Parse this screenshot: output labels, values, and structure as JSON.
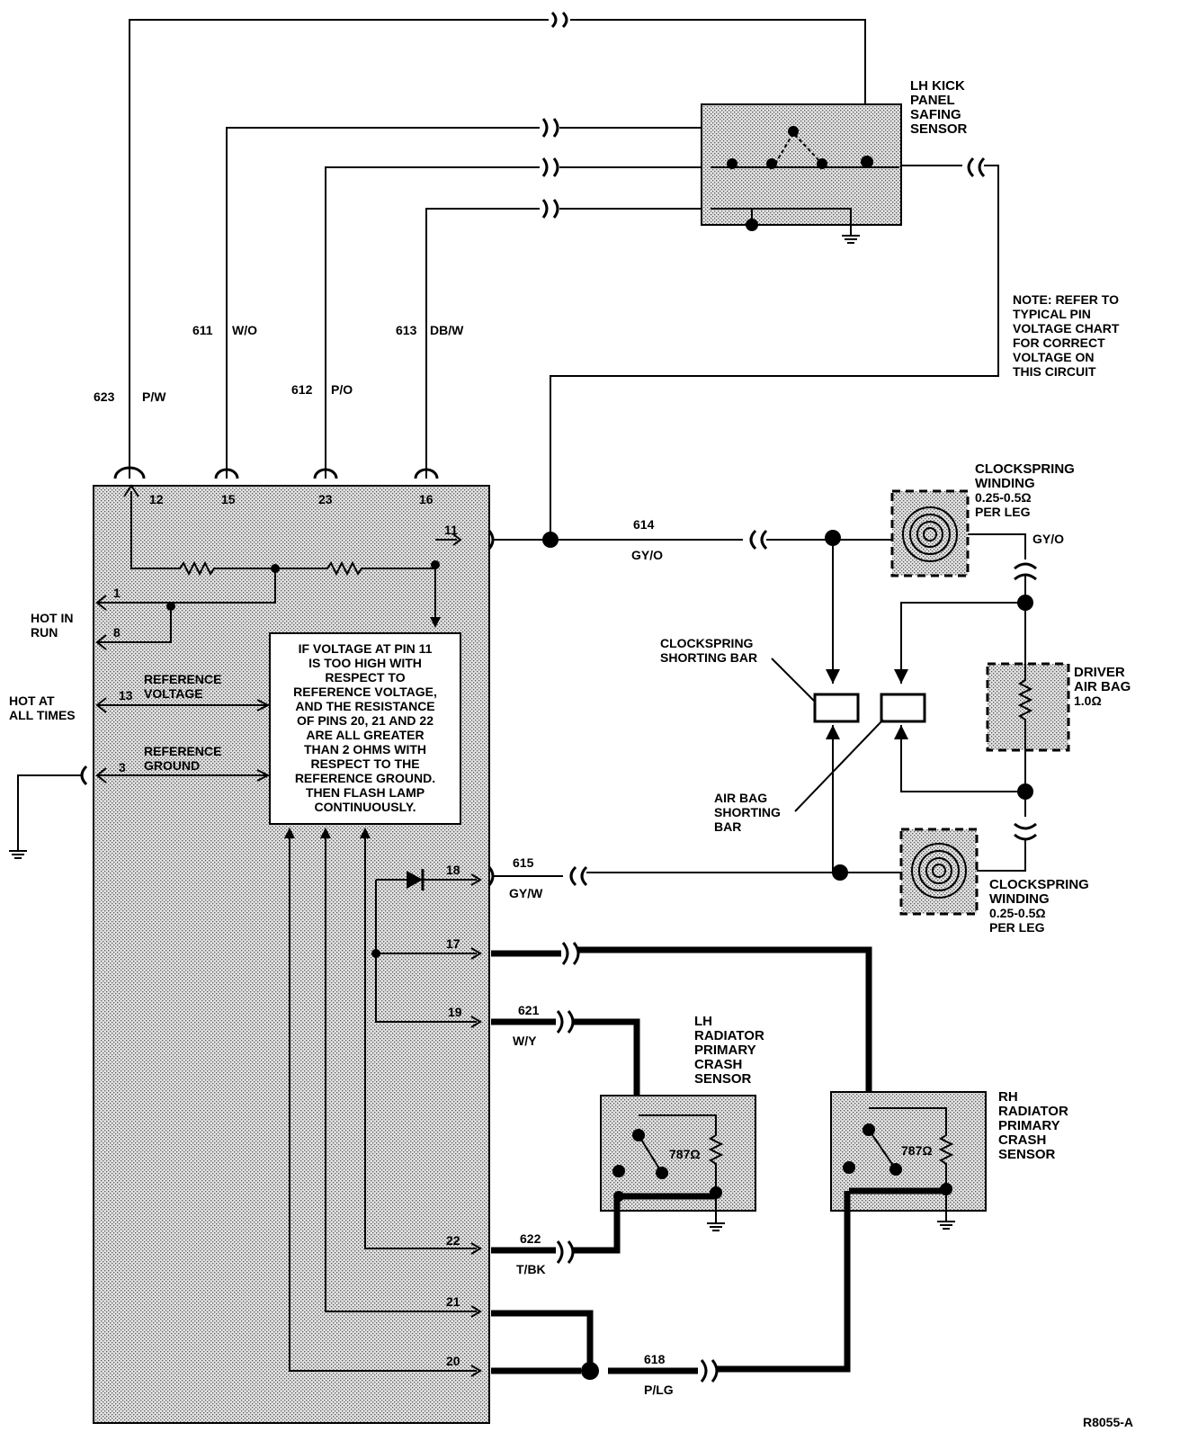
{
  "module": {
    "pins_top": [
      "12",
      "15",
      "23",
      "16"
    ],
    "pin_left_1": "1",
    "pin_left_8": "8",
    "pin_left_13": "13",
    "pin_left_3": "3",
    "pin_11": "11",
    "pin_18": "18",
    "pin_17": "17",
    "pin_19": "19",
    "pin_22": "22",
    "pin_21": "21",
    "pin_20": "20",
    "ref_voltage": [
      "REFERENCE",
      "VOLTAGE"
    ],
    "ref_ground": [
      "REFERENCE",
      "GROUND"
    ],
    "note_lines": [
      "IF VOLTAGE AT PIN 11",
      "IS TOO HIGH WITH",
      "RESPECT TO",
      "REFERENCE VOLTAGE,",
      "AND THE RESISTANCE",
      "OF PINS 20, 21 AND 22",
      "ARE ALL GREATER",
      "THAN 2 OHMS WITH",
      "RESPECT TO THE",
      "REFERENCE GROUND.",
      "THEN FLASH LAMP",
      "CONTINUOUSLY."
    ]
  },
  "labels": {
    "hot_in_run": [
      "HOT IN",
      "RUN"
    ],
    "hot_at_all_times": [
      "HOT AT",
      "ALL TIMES"
    ],
    "c623": "623",
    "c623_color": "P/W",
    "c611": "611",
    "c611_color": "W/O",
    "c612": "612",
    "c612_color": "P/O",
    "c613": "613",
    "c613_color": "DB/W",
    "c614": "614",
    "c614_color": "GY/O",
    "c615": "615",
    "c615_color": "GY/W",
    "c621": "621",
    "c621_color": "W/Y",
    "c622": "622",
    "c622_color": "T/BK",
    "c618": "618",
    "c618_color": "P/LG",
    "gyo_right": "GY/O",
    "lh_kick": [
      "LH KICK",
      "PANEL",
      "SAFING",
      "SENSOR"
    ],
    "note_refer": [
      "NOTE: REFER TO",
      "TYPICAL PIN",
      "VOLTAGE CHART",
      "FOR CORRECT",
      "VOLTAGE ON",
      "THIS CIRCUIT"
    ],
    "clockspring_top": [
      "CLOCKSPRING",
      "WINDING",
      "0.25-0.5Ω",
      "PER LEG"
    ],
    "clockspring_bottom": [
      "CLOCKSPRING",
      "WINDING",
      "0.25-0.5Ω",
      "PER LEG"
    ],
    "clockspring_shorting_bar": [
      "CLOCKSPRING",
      "SHORTING BAR"
    ],
    "air_bag_shorting_bar": [
      "AIR BAG",
      "SHORTING",
      "BAR"
    ],
    "driver_air_bag": [
      "DRIVER",
      "AIR BAG",
      "1.0Ω"
    ],
    "lh_radiator": [
      "LH",
      "RADIATOR",
      "PRIMARY",
      "CRASH",
      "SENSOR"
    ],
    "rh_radiator": [
      "RH",
      "RADIATOR",
      "PRIMARY",
      "CRASH",
      "SENSOR"
    ],
    "res_787_lh": "787Ω",
    "res_787_rh": "787Ω",
    "figure_id": "R8055-A"
  }
}
